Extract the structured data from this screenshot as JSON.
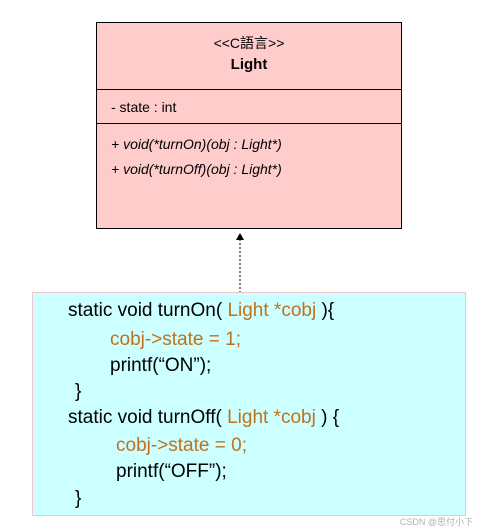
{
  "uml_class": {
    "stereotype": "<<C語言>>",
    "name": "Light",
    "attributes": [
      "- state : int"
    ],
    "operations": [
      "+ void(*turnOn)(obj : Light*)",
      "+ void(*turnOff)(obj : Light*)"
    ],
    "fill_color": "#ffcccc"
  },
  "code": {
    "background_color": "#ccffff",
    "highlight_color": "#c0711a",
    "line1_prefix": "static void turnOn( ",
    "line1_hl": "Light *cobj ",
    "line1_suffix": "){",
    "line2": "cobj->state = 1;",
    "line3": "printf(“ON”);",
    "line4": "}",
    "line5_prefix": "static void turnOff( ",
    "line5_hl": "Light *cobj ",
    "line5_suffix": ") {",
    "line6": "cobj->state = 0;",
    "line7": "printf(“OFF”);",
    "line8": "}"
  },
  "watermark": "CSDN @思付小下"
}
